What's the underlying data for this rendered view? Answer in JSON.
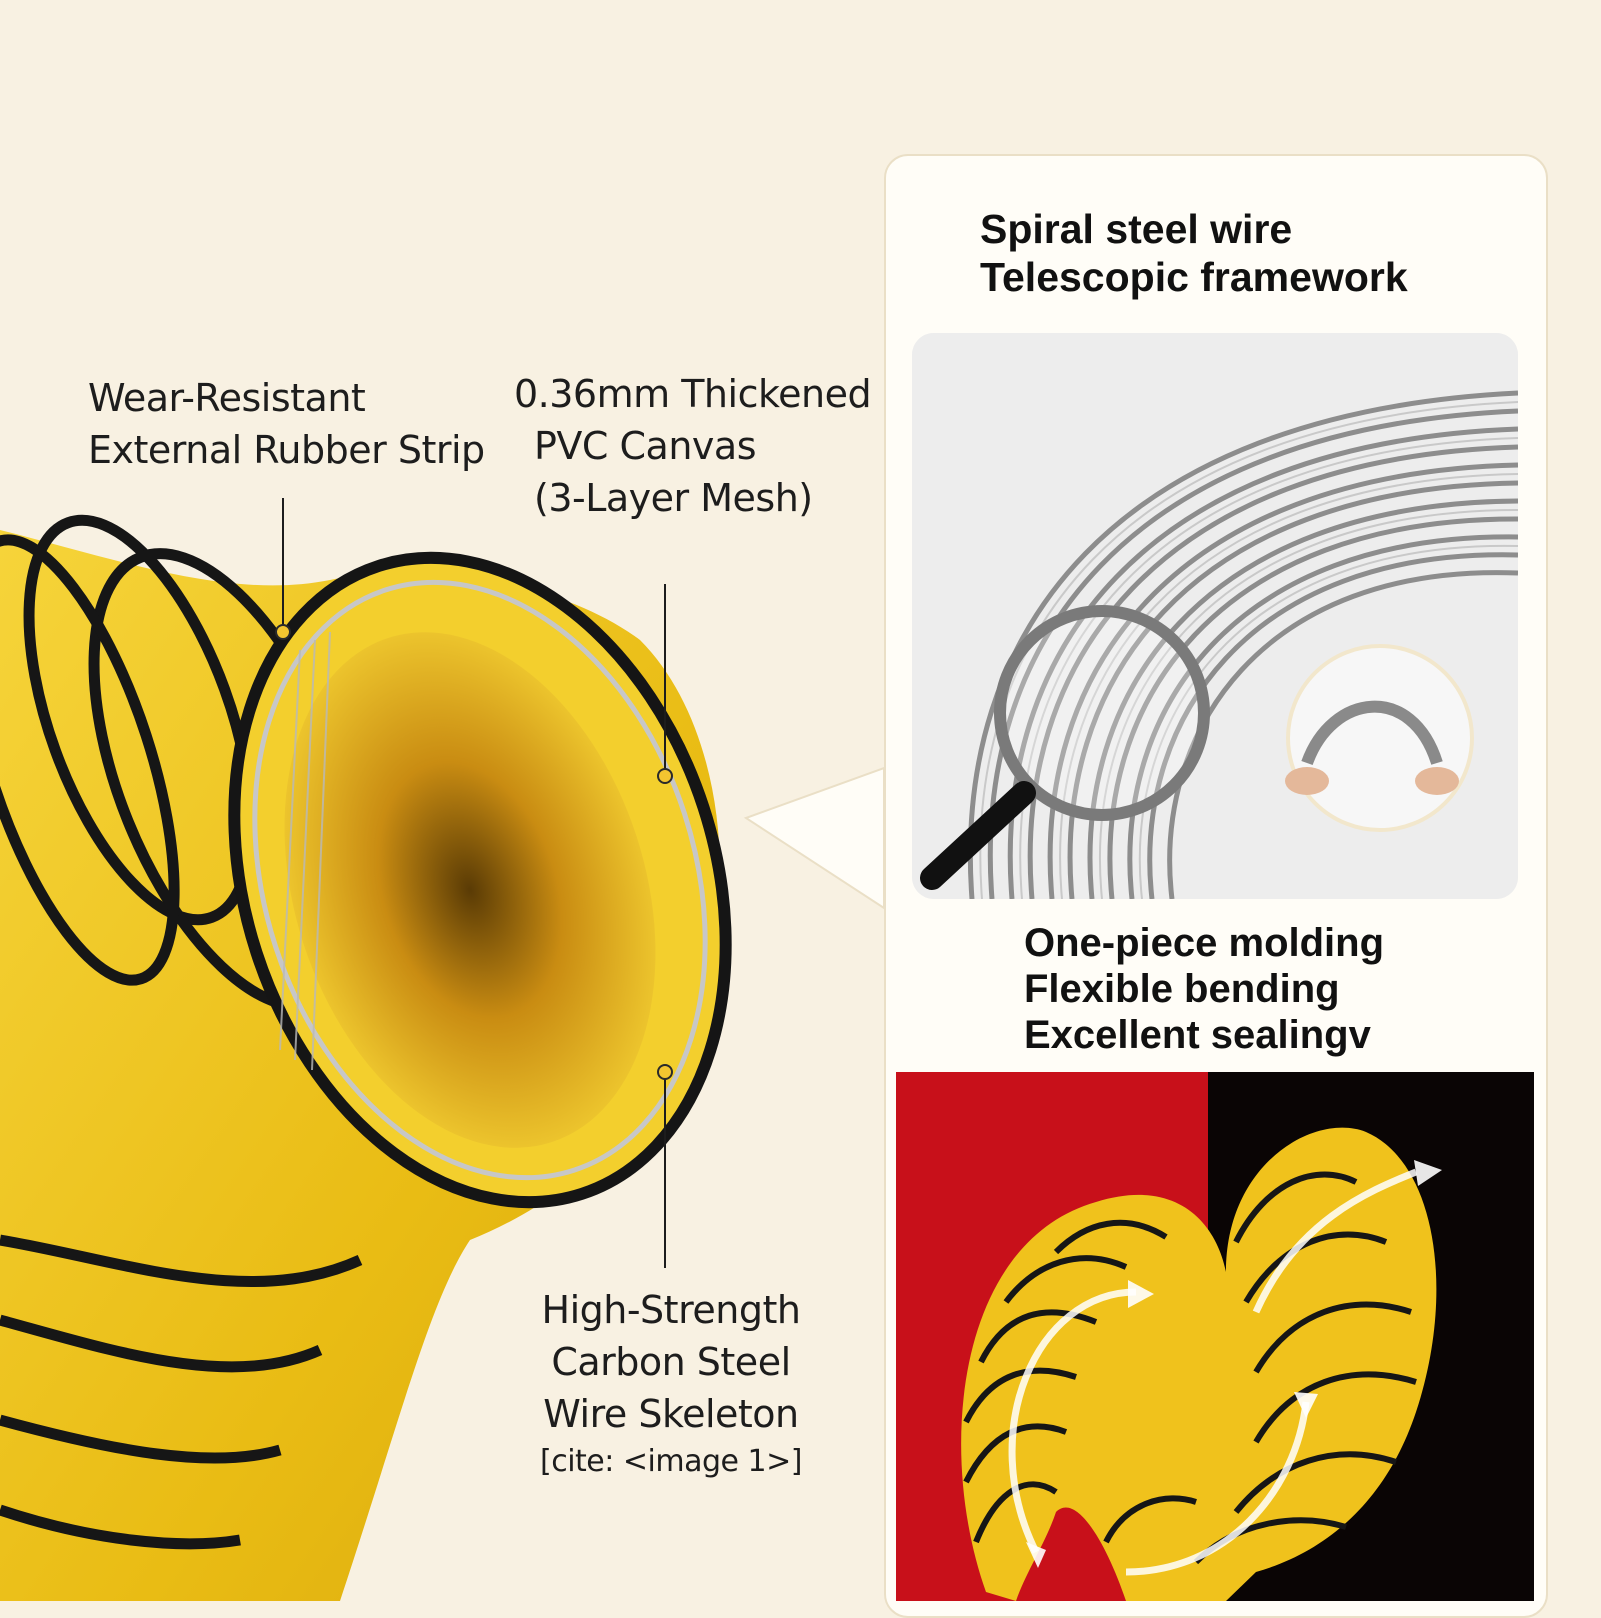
{
  "callouts": {
    "wear": {
      "line1": "Wear-Resistant",
      "line2": "External Rubber Strip"
    },
    "pvc": {
      "line1": "0.36mm Thickened",
      "line2": "PVC Canvas",
      "line3": "(3-Layer Mesh)"
    },
    "steel": {
      "line1": "High-Strength",
      "line2": "Carbon Steel",
      "line3": "Wire Skeleton",
      "cite": "[cite: <image 1>]"
    }
  },
  "panel": {
    "top_heading": {
      "line1": "Spiral steel wire",
      "line2": "Telescopic framework"
    },
    "mid_heading": {
      "line1": "One-piece molding",
      "line2": "Flexible bending",
      "line3": "Excellent sealingv"
    }
  },
  "colors": {
    "background": "#f8f1e2",
    "hose_yellow": "#f2c61e",
    "hose_stripe": "#1a1a1a",
    "marker_dot": "#f3c530",
    "hose_bg_left": "#c8101a",
    "hose_bg_right": "#0a0505"
  },
  "icons": [
    "magnifier-icon",
    "callout-dot-icon",
    "flow-arrow-icon"
  ]
}
